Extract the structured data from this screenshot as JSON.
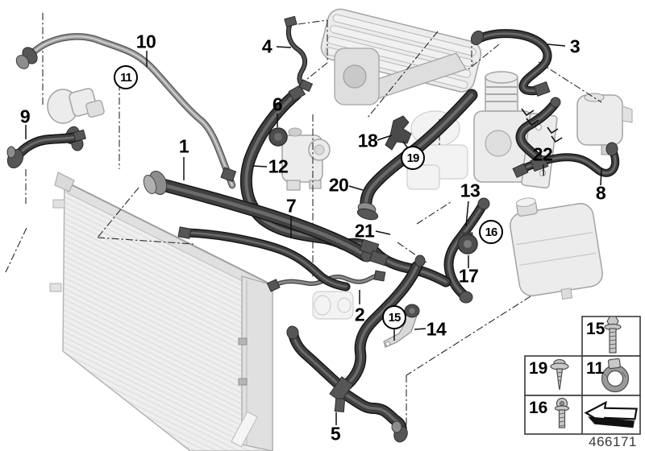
{
  "diagram": {
    "number": "466171",
    "kind": "parts-diagram-cooling-system-hoses"
  },
  "callouts": [
    {
      "label": "1",
      "circled": false
    },
    {
      "label": "2",
      "circled": false
    },
    {
      "label": "3",
      "circled": false
    },
    {
      "label": "4",
      "circled": false
    },
    {
      "label": "5",
      "circled": false
    },
    {
      "label": "6",
      "circled": false
    },
    {
      "label": "7",
      "circled": false
    },
    {
      "label": "8",
      "circled": false
    },
    {
      "label": "9",
      "circled": false
    },
    {
      "label": "10",
      "circled": false
    },
    {
      "label": "11",
      "circled": true
    },
    {
      "label": "12",
      "circled": false
    },
    {
      "label": "13",
      "circled": false
    },
    {
      "label": "14",
      "circled": false
    },
    {
      "label": "15",
      "circled": true
    },
    {
      "label": "16",
      "circled": true
    },
    {
      "label": "17",
      "circled": false
    },
    {
      "label": "18",
      "circled": false
    },
    {
      "label": "19",
      "circled": true
    },
    {
      "label": "20",
      "circled": false
    },
    {
      "label": "21",
      "circled": false
    },
    {
      "label": "22",
      "circled": false
    }
  ],
  "legend": {
    "items": [
      {
        "label": "15",
        "icon": "flange-bolt"
      },
      {
        "label": "19",
        "icon": "sheet-metal-screw"
      },
      {
        "label": "11",
        "icon": "hose-clamp"
      },
      {
        "label": "16",
        "icon": "torx-screw"
      },
      {
        "label": "",
        "icon": "direction-arrow"
      }
    ]
  },
  "colors": {
    "hose_dark": "#3f3f3f",
    "hose_gray": "#9a9a9a",
    "component_fill": "#ececec",
    "line": "#101010"
  }
}
